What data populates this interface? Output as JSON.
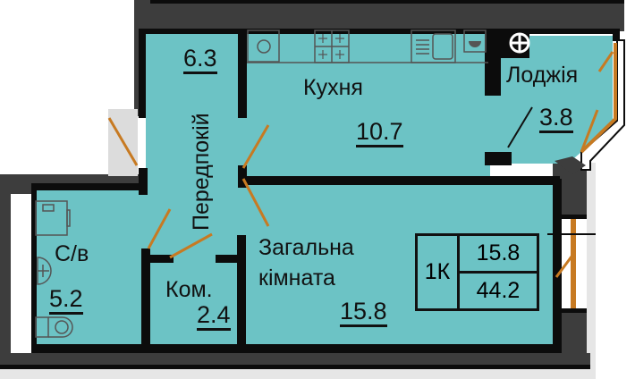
{
  "colors": {
    "floor": "#6cc3c5",
    "wall_outer": "#3d3d3d",
    "wall_inner": "#0c0c0c",
    "door_swing": "#c77a22",
    "window_frame": "#d3d3d3"
  },
  "rooms": [
    {
      "id": "hallway",
      "name": "Передпокій",
      "area": "6.3"
    },
    {
      "id": "kitchen",
      "name": "Кухня",
      "area": "10.7"
    },
    {
      "id": "loggia",
      "name": "Лоджія",
      "area": "3.8"
    },
    {
      "id": "bathroom",
      "name": "С/в",
      "area": "5.2"
    },
    {
      "id": "storage",
      "name": "Ком.",
      "area": "2.4"
    },
    {
      "id": "living",
      "name": "Загальна кімната",
      "name_line1": "Загальна",
      "name_line2": "кімната",
      "area": "15.8"
    }
  ],
  "summary": {
    "type": "1К",
    "living_area": "15.8",
    "total_area": "44.2"
  },
  "fixtures": [
    "washing-machine",
    "stove",
    "sink",
    "fridge",
    "boiler",
    "vent-shaft",
    "bath-sink",
    "toilet"
  ]
}
